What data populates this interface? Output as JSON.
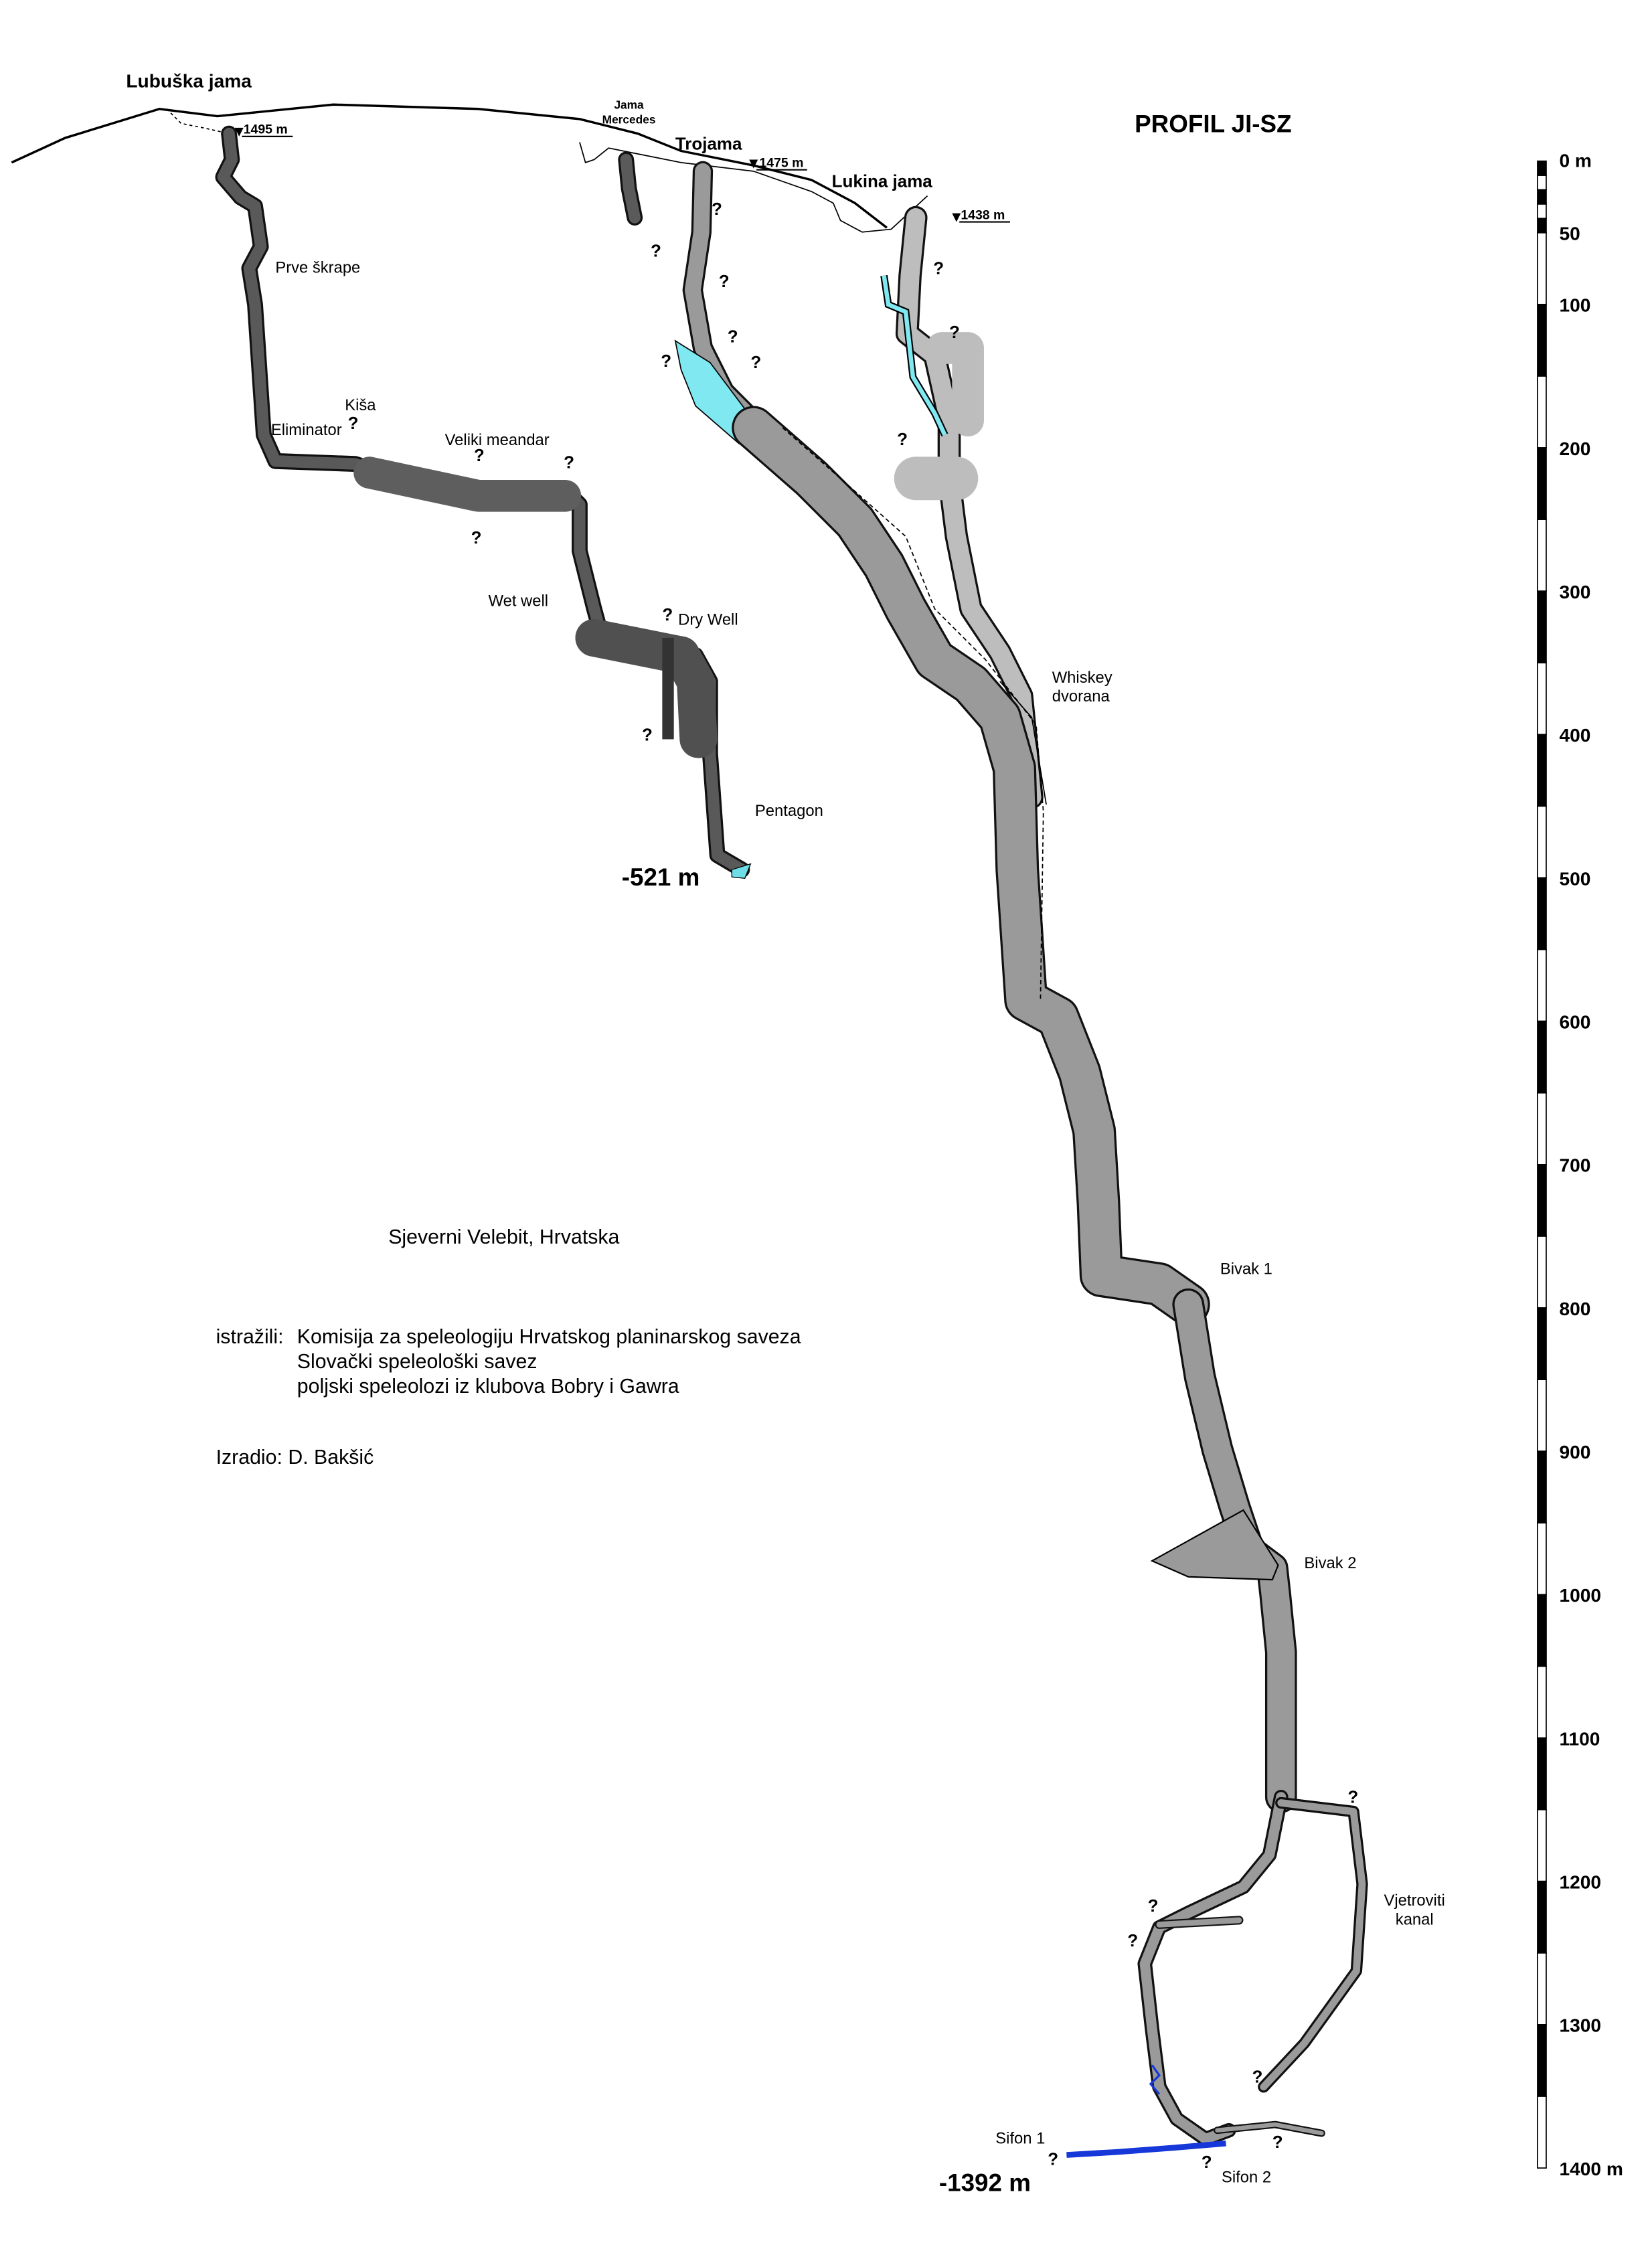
{
  "title": "PROFIL JI-SZ",
  "entrances": [
    {
      "name": "Lubuška jama",
      "altitude": "1495 m"
    },
    {
      "name": "Jama Mercedes",
      "name_line1": "Jama",
      "name_line2": "Mercedes"
    },
    {
      "name": "Trojama",
      "altitude": "1475 m"
    },
    {
      "name": "Lukina jama",
      "altitude": "1438 m"
    }
  ],
  "features": {
    "prve_skrape": "Prve škrape",
    "kisa": "Kiša",
    "eliminator": "Eliminator",
    "veliki_meandar": "Veliki meandar",
    "wet_well": "Wet well",
    "dry_well": "Dry Well",
    "pentagon": "Pentagon",
    "whiskey_line1": "Whiskey",
    "whiskey_line2": "dvorana",
    "bivak1": "Bivak 1",
    "bivak2": "Bivak 2",
    "vjetroviti_line1": "Vjetroviti",
    "vjetroviti_line2": "kanal",
    "sifon1": "Sifon 1",
    "sifon2": "Sifon 2"
  },
  "depths": {
    "lubuska": "-521 m",
    "total": "-1392 m"
  },
  "unknown_marker": "?",
  "info": {
    "location": "Sjeverni Velebit, Hrvatska",
    "explored_label": "istražili:",
    "explorers": [
      "Komisija za speleologiju Hrvatskog planinarskog saveza",
      "Slovački speleološki savez",
      "poljski speleolozi iz klubova Bobry i Gawra"
    ],
    "author": "Izradio: D. Bakšić"
  },
  "scale": {
    "unit": "m",
    "labels": [
      "0 m",
      "50",
      "100",
      "200",
      "300",
      "400",
      "500",
      "600",
      "700",
      "800",
      "900",
      "1000",
      "1100",
      "1200",
      "1300",
      "1400 m"
    ],
    "values": [
      0,
      50,
      100,
      200,
      300,
      400,
      500,
      600,
      700,
      800,
      900,
      1000,
      1100,
      1200,
      1300,
      1400
    ]
  },
  "colors": {
    "lubuska": "#595959",
    "trojama": "#9a9a9a",
    "lukina": "#bdbdbd",
    "water": "#7fe8f0",
    "sump": "#1638d8"
  }
}
